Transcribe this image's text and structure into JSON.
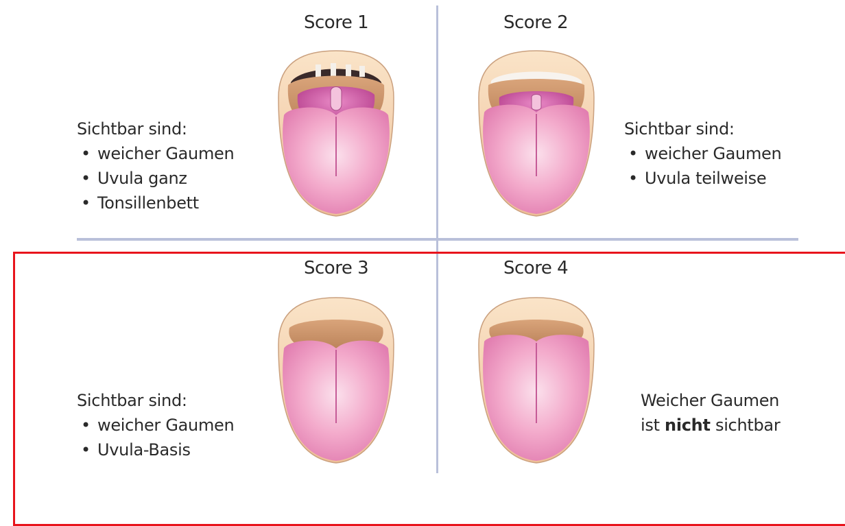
{
  "panels": [
    {
      "score": "Score 1",
      "heading": "Sichtbar sind:",
      "items": [
        "weicher Gaumen",
        "Uvula ganz",
        "Tonsillenbett"
      ]
    },
    {
      "score": "Score 2",
      "heading": "Sichtbar sind:",
      "items": [
        "weicher Gaumen",
        "Uvula teilweise"
      ]
    },
    {
      "score": "Score 3",
      "heading": "Sichtbar sind:",
      "items": [
        "weicher Gaumen",
        "Uvula-Basis"
      ]
    },
    {
      "score": "Score 4",
      "text_before": "Weicher Gaumen",
      "text_pre": "ist",
      "text_bold": "nicht",
      "text_post": "sichtbar"
    }
  ],
  "colors": {
    "divider": "#b9c0da",
    "highlight": "#e8141c",
    "lip": "#f6d9b8",
    "palate": "#c9956b",
    "throat": "#d25cab",
    "tongue": "#f2a6c8"
  }
}
